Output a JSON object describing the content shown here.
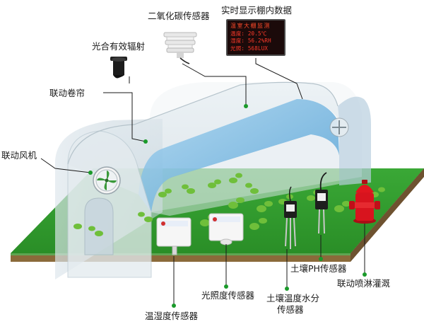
{
  "labels": {
    "co2_sensor": "二氧化碳传感器",
    "realtime_display": "实时显示棚内数据",
    "par_sensor": "光合有效辐射",
    "roller_blind": "联动卷帘",
    "fan": "联动风机",
    "temp_humidity_sensor": "温湿度传感器",
    "light_sensor": "光照度传感器",
    "soil_temp_moisture_sensor_line1": "土壤温度水分",
    "soil_temp_moisture_sensor_line2": "传感器",
    "soil_ph_sensor": "土壤PH传感器",
    "sprinkler": "联动喷淋灌溉"
  },
  "display": {
    "title": "温室大棚监测",
    "row1": "温度: 20.5℃",
    "row2": "湿度: 56.2%RH",
    "row3": "光照: 568LUX"
  },
  "colors": {
    "grass": "#2f9a2a",
    "soil": "#8a6a3a",
    "glass_blue": "#8fc6e8",
    "sprinkler_red": "#d8141e",
    "led_text": "#ff3a2a"
  }
}
